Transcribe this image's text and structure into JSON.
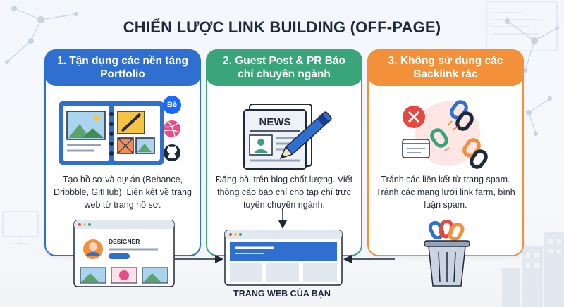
{
  "title": "CHIẾN LƯỢC LINK BUILDING (OFF-PAGE)",
  "cards": [
    {
      "heading": "1. Tận dụng các nền tảng Portfolio",
      "body": "Tạo hồ sơ và dự án (Behance, Dribbble, GitHub). Liên kết về trang web từ trang hồ sơ.",
      "icons": [
        "behance-icon",
        "dribbble-icon",
        "github-icon"
      ],
      "behance_mark": "Bē",
      "color": "#2f6fd0"
    },
    {
      "heading": "2. Guest Post & PR Báo chí chuyên ngành",
      "body": "Đăng bài trên blog chất lượng. Viết thông cáo báo chí cho tạp chí trực tuyến chuyên ngành.",
      "newspaper_label": "NEWS",
      "color": "#3aa47b"
    },
    {
      "heading": "3. Không sử dụng các Backlink rác",
      "body": "Tránh các liên kết từ trang spam. Tránh các mạng lưới link farm, bình luận spam.",
      "color": "#f2913a"
    }
  ],
  "designer_label": "DESIGNER",
  "site_label": "TRANG WEB CỦA BẠN"
}
